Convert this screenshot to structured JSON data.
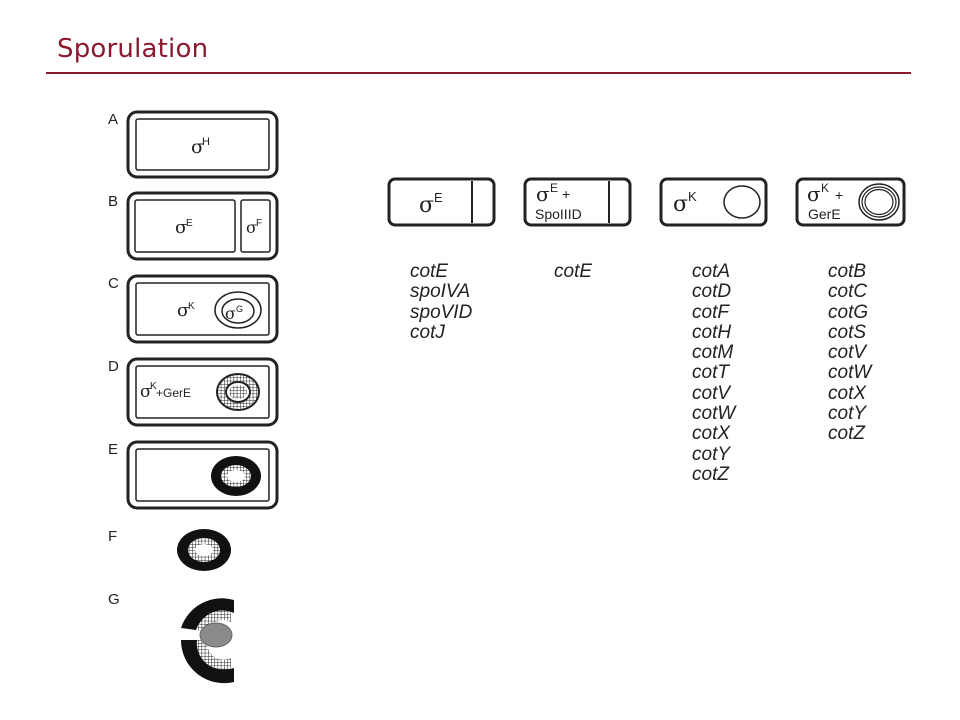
{
  "title": "Sporulation",
  "colors": {
    "title": "#8b1a2e",
    "rule": "#8b1a2e",
    "ink": "#222222",
    "grey_core": "#8a8a8a"
  },
  "panels": {
    "A": {
      "letter": "A",
      "sigma": "σ",
      "sup": "H"
    },
    "B": {
      "letter": "B",
      "sigma": "σ",
      "sup": "E",
      "sigma2": "σ",
      "sup2": "F"
    },
    "C": {
      "letter": "C",
      "sigma": "σ",
      "sup": "K",
      "sigma2": "σ",
      "sup2": "G"
    },
    "D": {
      "letter": "D",
      "sigma": "σ",
      "sup": "K",
      "rest": "+GerE"
    },
    "E": {
      "letter": "E"
    },
    "F": {
      "letter": "F"
    },
    "G": {
      "letter": "G"
    }
  },
  "stages": [
    {
      "sigma": "σ",
      "sup": "E",
      "extra": ""
    },
    {
      "sigma": "σ",
      "sup": "E",
      "plus": "+",
      "extra": "SpoIIID"
    },
    {
      "sigma": "σ",
      "sup": "K",
      "extra": ""
    },
    {
      "sigma": "σ",
      "sup": "K",
      "plus": "+",
      "extra": "GerE"
    }
  ],
  "gene_columns": [
    [
      "cotE",
      "spoIVA",
      "spoVID",
      "cotJ"
    ],
    [
      "cotE"
    ],
    [
      "cotA",
      "cotD",
      "cotF",
      "cotH",
      "cotM",
      "cotT",
      "cotV",
      "cotW",
      "cotX",
      "cotY",
      "cotZ"
    ],
    [
      "cotB",
      "cotC",
      "cotG",
      "cotS",
      "cotV",
      "cotW",
      "cotX",
      "cotY",
      "cotZ"
    ]
  ]
}
